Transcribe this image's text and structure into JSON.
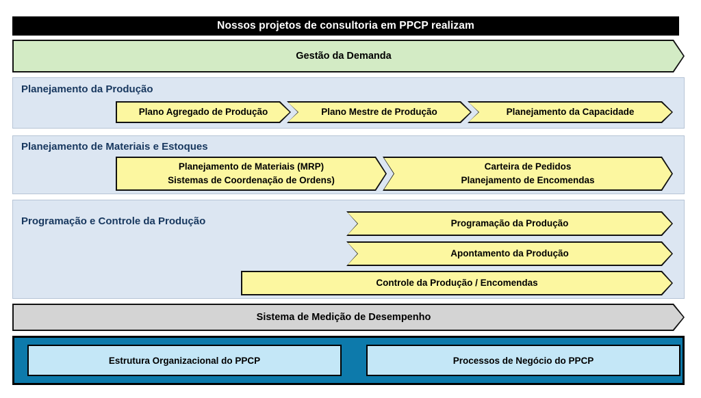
{
  "header": {
    "title": "Nossos projetos de consultoria em PPCP realizam"
  },
  "demand_band": {
    "label": "Gestão da Demanda",
    "fill": "#d3ebc5"
  },
  "sections": [
    {
      "title": "Planejamento da Produção",
      "items": [
        {
          "line1": "Plano  Agregado de Produção",
          "line2": ""
        },
        {
          "line1": "Plano Mestre de Produção",
          "line2": ""
        },
        {
          "line1": "Planejamento da Capacidade",
          "line2": ""
        }
      ]
    },
    {
      "title": "Planejamento de Materiais e Estoques",
      "items": [
        {
          "line1": "Planejamento de Materiais (MRP)",
          "line2": "Sistemas de Coordenação de Ordens)"
        },
        {
          "line1": "Carteira de Pedidos",
          "line2": "Planejamento de Encomendas"
        }
      ]
    },
    {
      "title": "Programação e Controle da Produção",
      "items": [
        {
          "line1": "Programação da Produção",
          "line2": ""
        },
        {
          "line1": "Apontamento da Produção",
          "line2": ""
        },
        {
          "line1": "Controle da Produção / Encomendas",
          "line2": ""
        }
      ]
    }
  ],
  "measurement_band": {
    "label": "Sistema de Medição de Desempenho",
    "fill": "#d4d4d4"
  },
  "foundation": {
    "fill": "#0d7aab",
    "boxes": [
      {
        "label": "Estrutura Organizacional do PPCP"
      },
      {
        "label": "Processos de Negócio do PPCP"
      }
    ]
  },
  "colors": {
    "banner_bg": "#000000",
    "banner_text": "#ffffff",
    "panel_bg": "#dce6f2",
    "panel_border": "#b6c4d6",
    "chevron_fill": "#fcf7a0",
    "chevron_border": "#111111",
    "title_text": "#17375e",
    "green": "#d3ebc5",
    "gray": "#d4d4d4",
    "teal": "#0d7aab",
    "teal_box": "#c4e7f7"
  }
}
